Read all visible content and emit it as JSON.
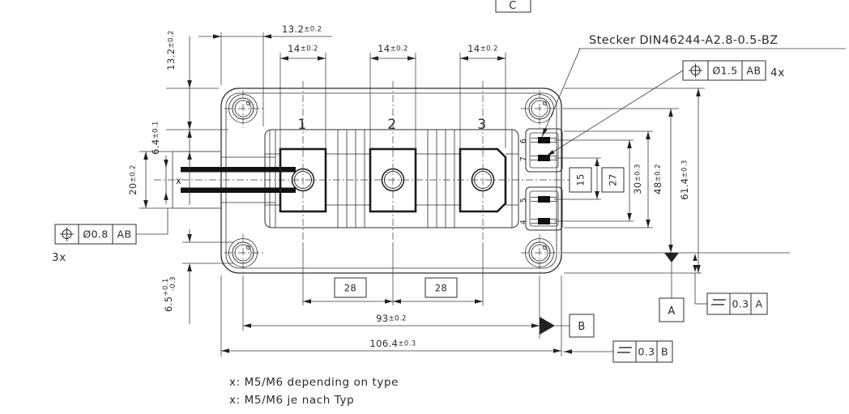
{
  "annotations": {
    "connector_note": "Stecker DIN46244-A2.8-0.5-BZ",
    "qty_connector": "4x",
    "qty_terminal": "3x",
    "note_en": "x: M5/M6 depending on type",
    "note_de": "x: M5/M6 je nach Typ"
  },
  "terminals": {
    "t1": "1",
    "t2": "2",
    "t3": "3"
  },
  "pins": {
    "p6": "6",
    "p7": "7",
    "p5": "5",
    "p4": "4"
  },
  "datums": {
    "a": "A",
    "b": "B",
    "c": "C"
  },
  "tolerance_frames": {
    "pos_connector": {
      "symbol": "position",
      "value": "Ø1.5",
      "datums": "AB"
    },
    "pos_terminal": {
      "symbol": "position",
      "value": "Ø0.8",
      "datums": "AB"
    },
    "par_a": {
      "symbol": "parallelism",
      "value": "0.3",
      "datum": "A"
    },
    "par_b": {
      "symbol": "parallelism",
      "value": "0.3",
      "datum": "B"
    }
  },
  "dimensions": {
    "d132_top": {
      "value": "13.2",
      "tol": "±0.2"
    },
    "d132_left": {
      "value": "13.2",
      "tol": "±0.2"
    },
    "d14_1": {
      "value": "14",
      "tol": "±0.2"
    },
    "d14_2": {
      "value": "14",
      "tol": "±0.2"
    },
    "d14_3": {
      "value": "14",
      "tol": "±0.2"
    },
    "d64": {
      "value": "6.4",
      "tol": "±0.1"
    },
    "d20": {
      "value": "20",
      "tol": "±0.2"
    },
    "dx": {
      "value": "x"
    },
    "d65": {
      "value": "6.5",
      "tol_plus": "+0.1",
      "tol_minus": "-0.3"
    },
    "d28_1": {
      "value": "28"
    },
    "d28_2": {
      "value": "28"
    },
    "d93": {
      "value": "93",
      "tol": "±0.2"
    },
    "d106": {
      "value": "106.4",
      "tol": "±0.3"
    },
    "d15": {
      "value": "15"
    },
    "d27": {
      "value": "27"
    },
    "d30": {
      "value": "30",
      "tol": "±0.3"
    },
    "d48": {
      "value": "48",
      "tol": "±0.2"
    },
    "d614": {
      "value": "61.4",
      "tol": "±0.3"
    }
  },
  "colors": {
    "line": "#2e2e2e",
    "background": "#ffffff"
  }
}
